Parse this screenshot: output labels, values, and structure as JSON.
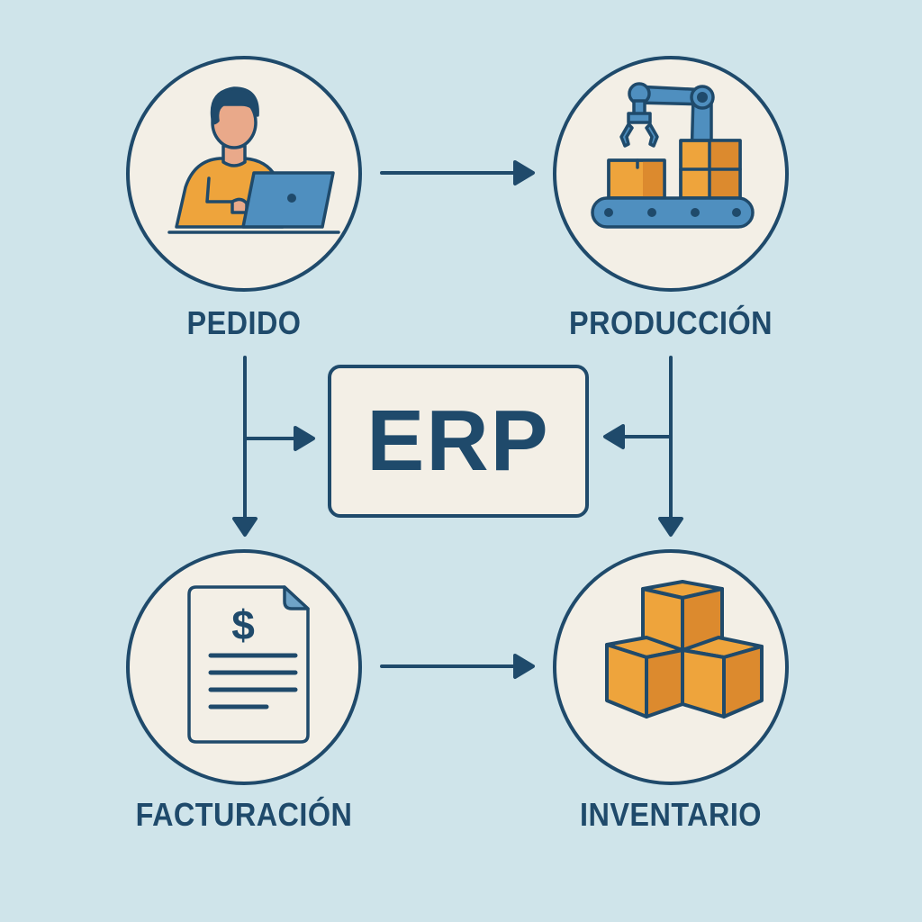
{
  "center": {
    "label": "ERP"
  },
  "nodes": [
    {
      "id": "pedido",
      "label": "PEDIDO",
      "icon": "person-laptop-icon"
    },
    {
      "id": "produccion",
      "label": "PRODUCCIÓN",
      "icon": "robot-arm-conveyor-icon"
    },
    {
      "id": "facturacion",
      "label": "FACTURACIÓN",
      "icon": "invoice-dollar-icon"
    },
    {
      "id": "inventario",
      "label": "INVENTARIO",
      "icon": "stacked-boxes-icon"
    }
  ],
  "edges": [
    {
      "from": "PEDIDO",
      "to": "PRODUCCIÓN"
    },
    {
      "from": "FACTURACIÓN",
      "to": "INVENTARIO"
    },
    {
      "from": "PEDIDO",
      "to": "FACTURACIÓN"
    },
    {
      "from": "PRODUCCIÓN",
      "to": "INVENTARIO"
    },
    {
      "from": "PEDIDO",
      "to": "ERP"
    },
    {
      "from": "PRODUCCIÓN",
      "to": "ERP"
    }
  ],
  "colors": {
    "background": "#cfe4ea",
    "stroke": "#1f4a6b",
    "fill_light": "#f3efe6",
    "orange": "#eea43c",
    "orange_dark": "#dc8a2e",
    "blue": "#4f8fbf",
    "skin": "#e9a98a"
  }
}
